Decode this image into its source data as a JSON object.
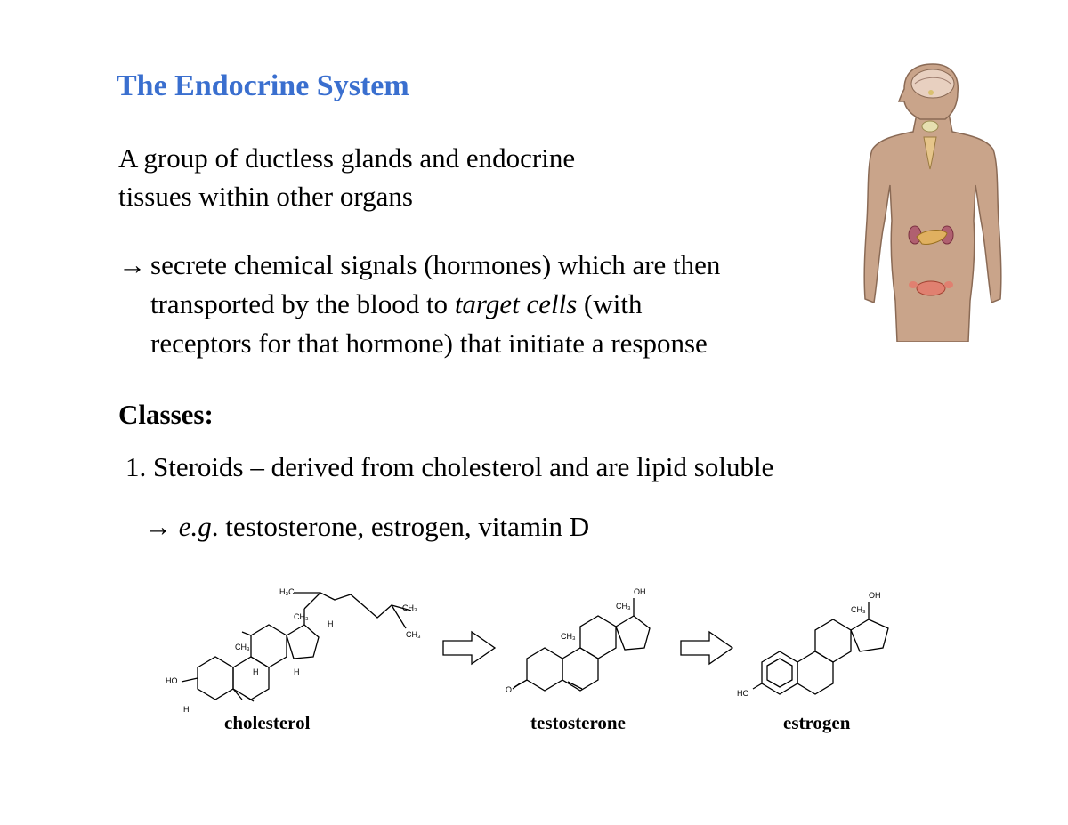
{
  "title": "The Endocrine System",
  "intro_line1": "A group of ductless glands and endocrine",
  "intro_line2": "tissues within other organs",
  "secrete": {
    "arrow": "→",
    "line1": "secrete chemical signals (hormones) which are then",
    "line2_a": "transported by the blood to ",
    "line2_b": "target cells",
    "line2_c": " (with",
    "line3": "receptors for that hormone) that initiate a response"
  },
  "classes_heading": "Classes:",
  "item1": "1. Steroids – derived from cholesterol and are lipid soluble",
  "example": {
    "arrow": "→",
    "eg": "e.g",
    "dot": ".",
    "rest": " testosterone, estrogen, vitamin D"
  },
  "molecules": {
    "cholesterol": "cholesterol",
    "testosterone": "testosterone",
    "estrogen": "estrogen"
  },
  "atom_labels": {
    "h3c": "H₃C",
    "ch3": "CH₃",
    "h": "H",
    "ho": "HO",
    "oh": "OH",
    "o": "O"
  },
  "colors": {
    "title": "#3a6fcf",
    "skin": "#c9a48a",
    "skin_outline": "#8a6a55"
  },
  "icons": {
    "human": "human-body-endocrine-glands-illustration",
    "reaction_arrow": "hollow-right-arrow-icon"
  }
}
